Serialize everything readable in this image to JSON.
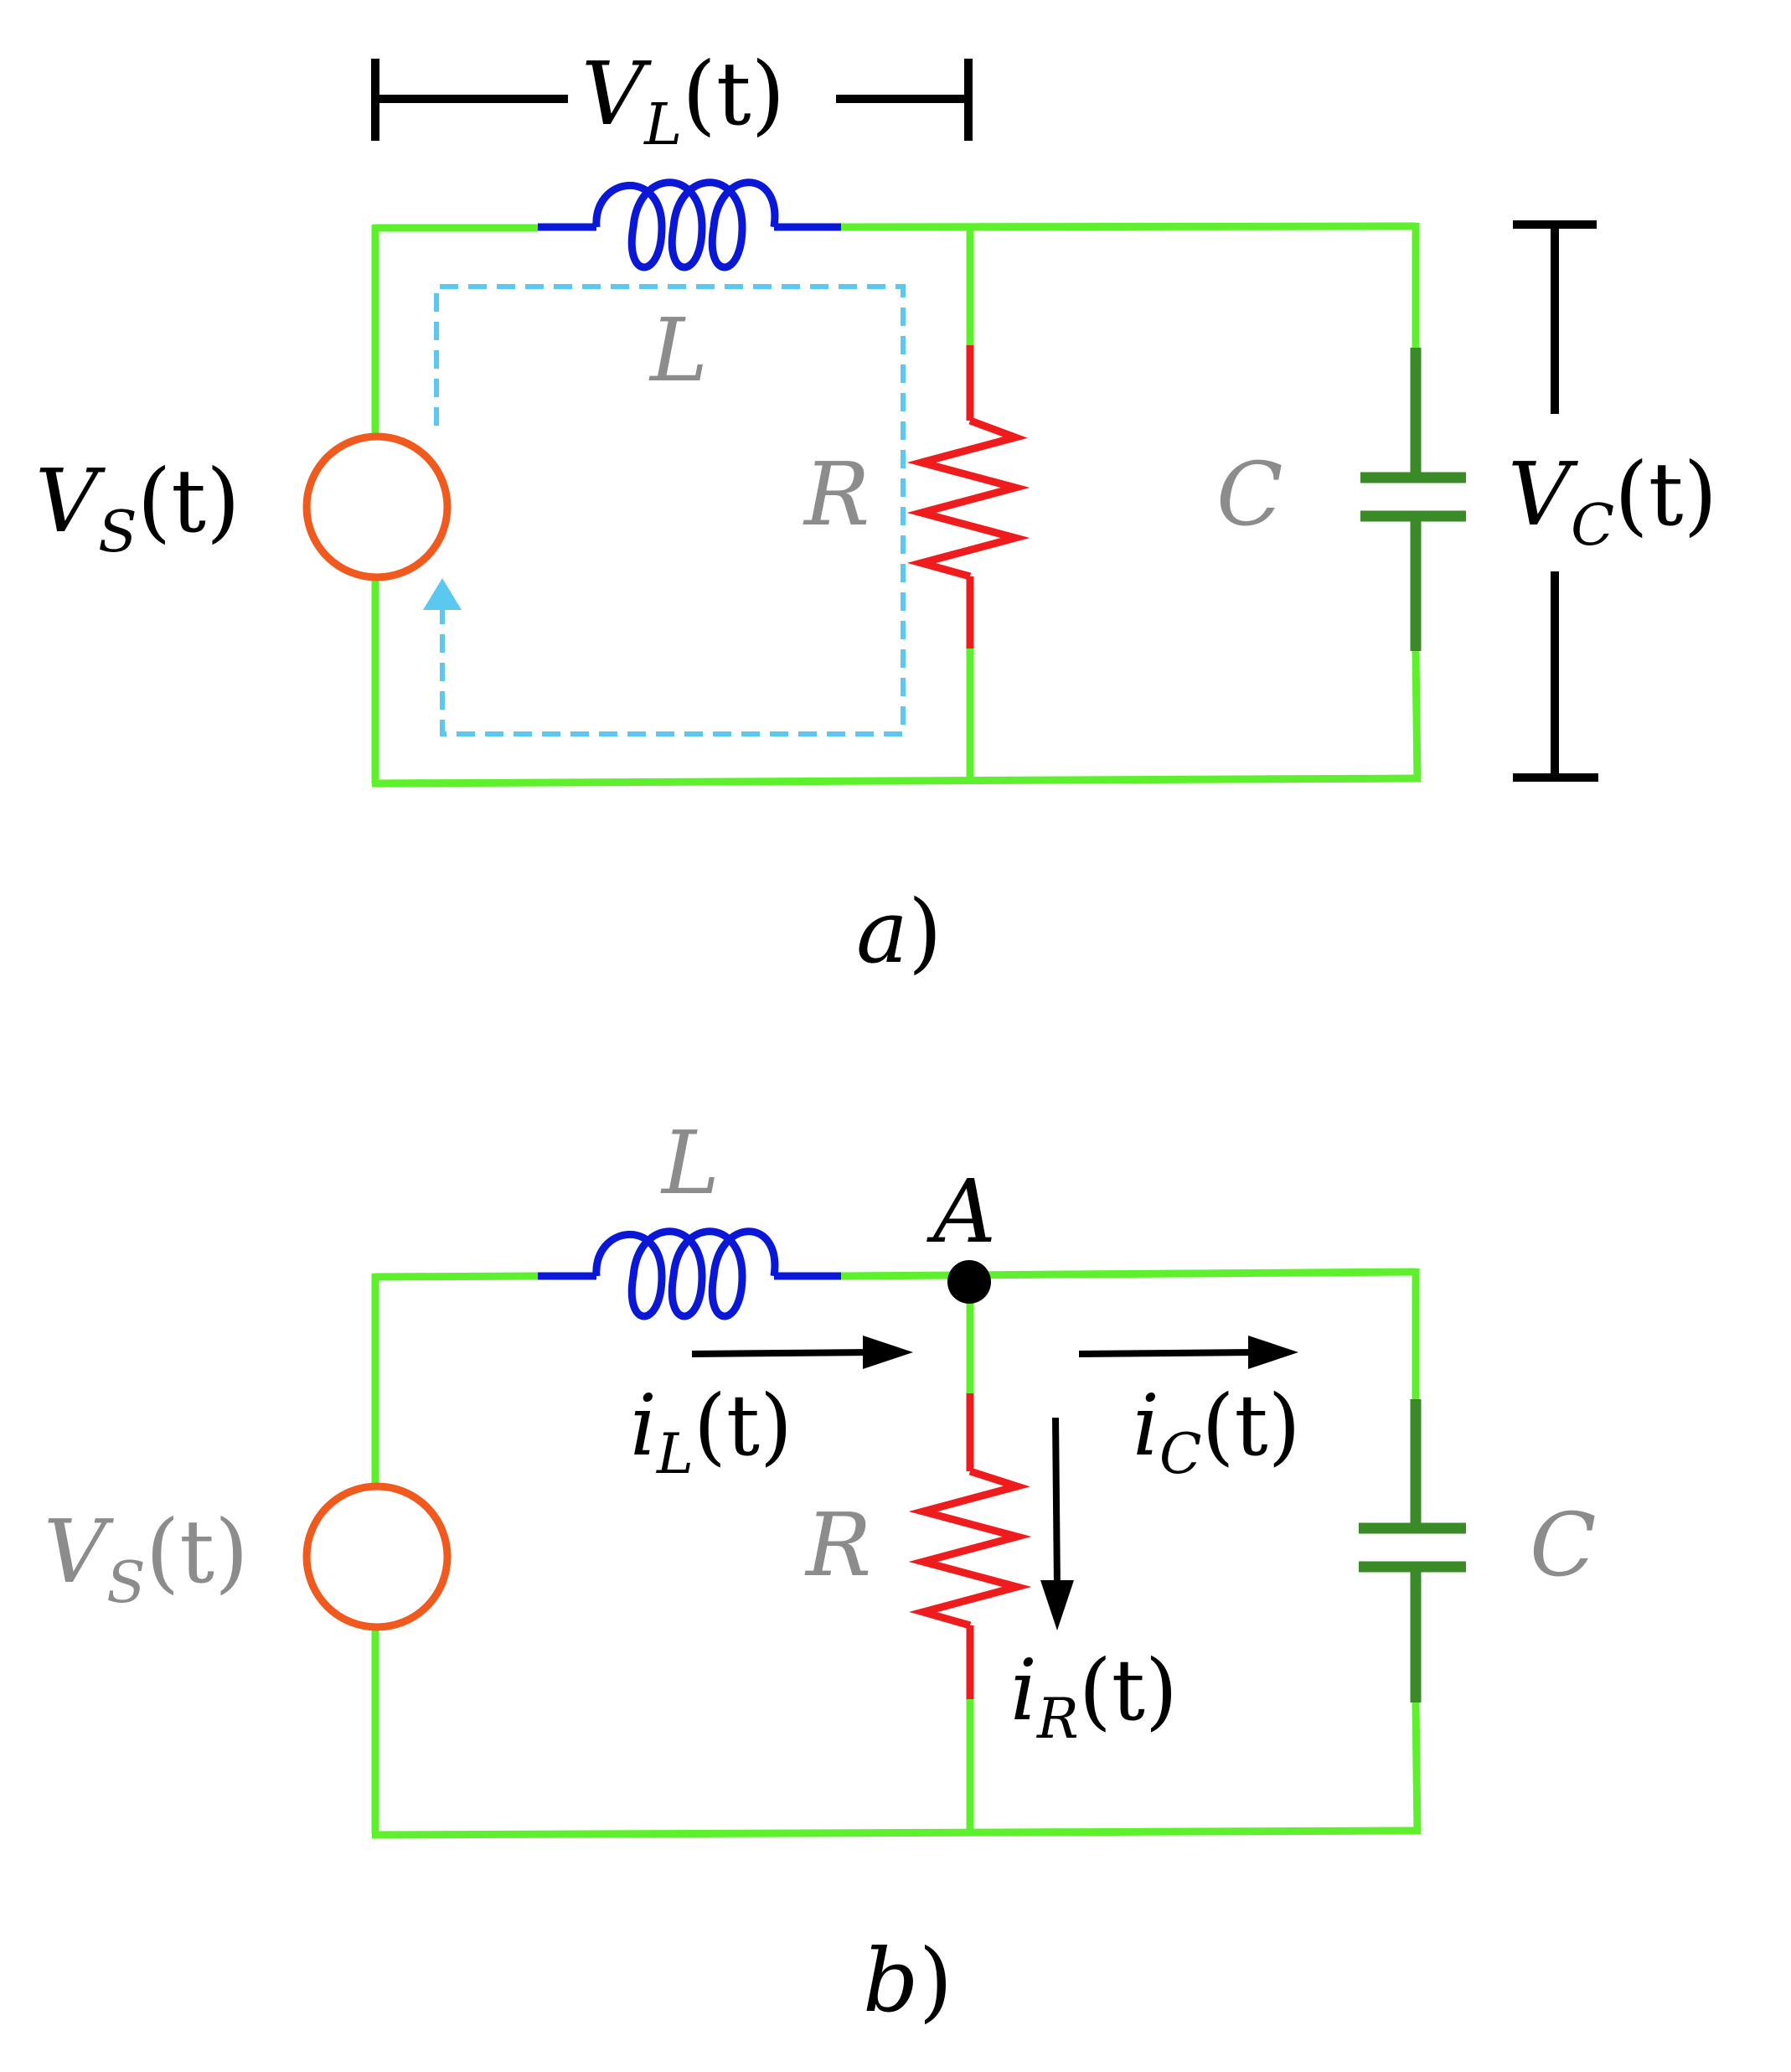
{
  "colors": {
    "wire": "#5ef02c",
    "inductor": "#0a17d6",
    "resistor": "#ee1c1c",
    "capacitor": "#3a8a28",
    "source": "#f05a1e",
    "loop": "#5bc8ef",
    "label_black": "#000000",
    "label_gray": "#8c8c8c",
    "annotation": "#000000"
  },
  "circuit_a": {
    "caption_main": "a",
    "caption_paren": ")",
    "source_label": {
      "base": "V",
      "sub": "S",
      "arg": "(t)"
    },
    "inductor_voltage_label": {
      "base": "V",
      "sub": "L",
      "arg": "(t)"
    },
    "capacitor_voltage_label": {
      "base": "V",
      "sub": "C",
      "arg": "(t)"
    },
    "inductor_label": "L",
    "resistor_label": "R",
    "capacitor_label": "C"
  },
  "circuit_b": {
    "caption_main": "b",
    "caption_paren": ")",
    "source_label": {
      "base": "V",
      "sub": "S",
      "arg": "(t)"
    },
    "node_label": "A",
    "inductor_label": "L",
    "resistor_label": "R",
    "capacitor_label": "C",
    "current_L_label": {
      "base": "i",
      "sub": "L",
      "arg": "(t)"
    },
    "current_C_label": {
      "base": "i",
      "sub": "C",
      "arg": "(t)"
    },
    "current_R_label": {
      "base": "i",
      "sub": "R",
      "arg": "(t)"
    }
  }
}
